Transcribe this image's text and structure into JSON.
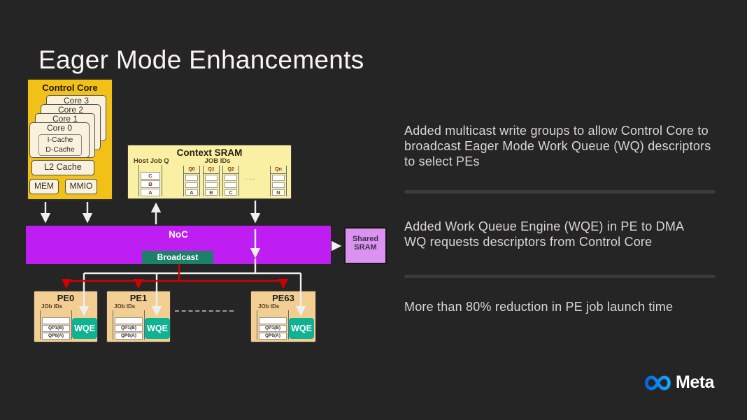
{
  "slide": {
    "title": "Eager Mode Enhancements"
  },
  "bullets": [
    "Added multicast write groups to allow Control Core to broadcast Eager Mode Work Queue (WQ) descriptors to select PEs",
    "Added Work Queue Engine (WQE) in PE to DMA WQ requests descriptors from Control Core",
    "More than 80% reduction in PE job launch time"
  ],
  "diagram": {
    "control_core": {
      "title": "Control Core",
      "cores": [
        "Core 3",
        "Core 2",
        "Core 1",
        "Core 0"
      ],
      "caches": [
        "I-Cache",
        "D-Cache"
      ],
      "l2_label": "L2 Cache",
      "mem_label": "MEM",
      "mmio_label": "MMIO"
    },
    "context_sram": {
      "title": "Context SRAM",
      "host_queue_label": "Host Job Q",
      "host_cells": [
        "C",
        "B",
        "A"
      ],
      "job_ids_label": "JOB IDs",
      "queues": [
        {
          "name": "Q0",
          "tail": "A"
        },
        {
          "name": "Q1",
          "tail": "B"
        },
        {
          "name": "Q2",
          "tail": "C"
        },
        {
          "name": "Qn",
          "tail": "N"
        }
      ],
      "ellipsis": "...."
    },
    "noc_label": "NoC",
    "broadcast_label": "Broadcast",
    "shared_sram": {
      "line1": "Shared",
      "line2": "SRAM"
    },
    "pes": [
      {
        "name": "PE0"
      },
      {
        "name": "PE1"
      },
      {
        "name": "PE63"
      }
    ],
    "pe_common": {
      "job_ids_label": "JOb IDs",
      "cells": [
        "QP1(B)",
        "QP0(A)"
      ],
      "wqe_label": "WQE"
    }
  },
  "footer": {
    "brand": "Meta"
  },
  "colors": {
    "background": "#252525",
    "noc_purple": "#BF1EF2",
    "broadcast_teal": "#1C8168",
    "wqe_teal": "#0FB392",
    "control_core_yellow": "#F1C117",
    "context_sram_yellow": "#FAF0A3",
    "pe_tan": "#F2CE92",
    "shared_sram_lavender": "#DC92F0",
    "red_arrow": "#D10000",
    "white_arrow": "#EFEFEF",
    "divider_gray": "#3B3B3B",
    "meta_blue": "#0064E0"
  }
}
